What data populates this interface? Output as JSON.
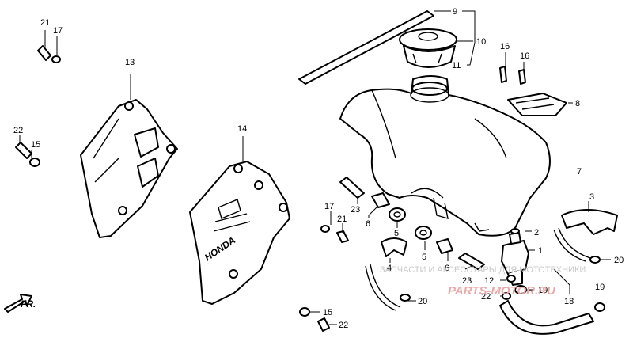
{
  "labels": {
    "p1": "1",
    "p2": "2",
    "p3": "3",
    "p4": "4",
    "p5a": "5",
    "p5b": "5",
    "p6a": "6",
    "p6b": "6",
    "p7": "7",
    "p8": "8",
    "p9": "9",
    "p10": "10",
    "p11": "11",
    "p12": "12",
    "p13": "13",
    "p14": "14",
    "p15a": "15",
    "p15b": "15",
    "p16a": "16",
    "p16b": "16",
    "p17a": "17",
    "p17b": "17",
    "p18": "18",
    "p19a": "19",
    "p19b": "19",
    "p20a": "20",
    "p20b": "20",
    "p21a": "21",
    "p21b": "21",
    "p22a": "22",
    "p22b": "22",
    "p23a": "23",
    "p23b": "23"
  },
  "shroud_logo": "HONDA",
  "front_indicator": "FR.",
  "watermark": {
    "caption": "ЗАПЧАСТИ И АКСЕССУАРЫ ДЛЯ МОТОТЕХНИКИ",
    "site": "PARTS-MOTOR.RU"
  }
}
